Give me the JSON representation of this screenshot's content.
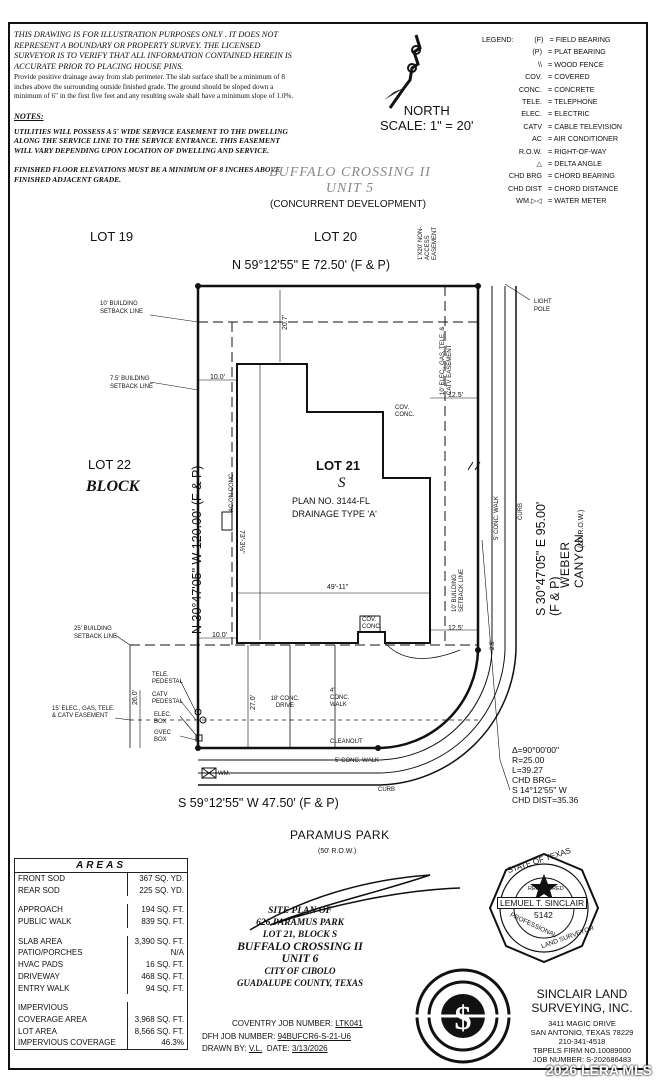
{
  "notes": {
    "disclaimer": "THIS DRAWING IS FOR ILLUSTRATION PURPOSES ONLY . IT DOES NOT REPRESENT A BOUNDARY OR PROPERTY SURVEY. THE LICENSED SURVEYOR IS TO VERIFY THAT ALL INFORMATION CONTAINED HEREIN IS ACCURATE PRIOR TO PLACING HOUSE PINS.",
    "drainage": "Provide positive drainage away from slab perimeter. The slab surface shall be a minimum of 8 inches above the surrounding outside finished grade. The ground should be sloped down a minimum of 6\" in the first five feet and any resulting swale shall have a minimum slope of 1.0%.",
    "heading": "NOTES:",
    "utilities": "UTILITIES WILL POSSESS A 5' WIDE SERVICE EASEMENT TO THE DWELLING ALONG THE SERVICE LINE TO THE SERVICE ENTRANCE. THIS EASEMENT WILL VARY DEPENDING UPON LOCATION OF DWELLING AND SERVICE.",
    "floor": "FINISHED FLOOR ELEVATIONS MUST BE A MINIMUM OF 8 INCHES ABOVE FINISHED ADJACENT GRADE."
  },
  "north": {
    "label": "NORTH",
    "scale": "SCALE: 1\" = 20'"
  },
  "legend": {
    "title": "LEGEND:",
    "items": [
      {
        "k": "(F)",
        "v": "= FIELD BEARING"
      },
      {
        "k": "(P)",
        "v": "= PLAT BEARING"
      },
      {
        "k": "\\\\",
        "v": "= WOOD FENCE"
      },
      {
        "k": "COV.",
        "v": "= COVERED"
      },
      {
        "k": "CONC.",
        "v": "= CONCRETE"
      },
      {
        "k": "TELE.",
        "v": "= TELEPHONE"
      },
      {
        "k": "ELEC.",
        "v": "= ELECTRIC"
      },
      {
        "k": "CATV",
        "v": "= CABLE TELEVISION"
      },
      {
        "k": "AC",
        "v": "= AIR CONDITIONER"
      },
      {
        "k": "R.O.W.",
        "v": "= RIGHT-OF-WAY"
      },
      {
        "k": "△",
        "v": "= DELTA ANGLE"
      },
      {
        "k": "CHD BRG",
        "v": "= CHORD BEARING"
      },
      {
        "k": "CHD DIST",
        "v": "= CHORD DISTANCE"
      },
      {
        "k": "WM.▷◁",
        "v": "= WATER METER"
      }
    ]
  },
  "plat": {
    "subdivision": "BUFFALO CROSSING II",
    "unit": "UNIT 5",
    "concurrent": "(CONCURRENT DEVELOPMENT)",
    "lot19": "LOT 19",
    "lot20": "LOT 20",
    "lot22": "LOT 22",
    "block": "BLOCK",
    "lot21": "LOT 21",
    "lot21_block": "S",
    "plan": "PLAN NO. 3144-FL",
    "drainage_type": "DRAINAGE TYPE 'A'",
    "north_line": "N 59°12'55\" E 72.50' (F & P)",
    "south_line": "S 59°12'55\" W 47.50' (F & P)",
    "west_line": "N 30°47'05\" W 120.00' (F & P)",
    "east_line": "S 30°47'05\" E 95.00' (F & P)",
    "nonaccess": "1'X20' NON-ACCESS EASEMENT",
    "light_pole": "LIGHT POLE",
    "setback_10_bl": "10' BUILDING SETBACK LINE",
    "d_207": "20.7'",
    "elec_easement_10": "10' ELEC., GAS, TELE. & CATV EASEMENT",
    "setback_75": "7.5' BUILDING SETBACK LINE",
    "d_100a": "10.0'",
    "d_125a": "12.5'",
    "cov_conc": "COV. CONC.",
    "ac_on_conc": "AC ON CONC",
    "d_732": "73'-3½\"",
    "d_4911": "49'-11\"",
    "setback_10_side": "10' BUILDING SETBACK LINE",
    "conc_walk_5": "5' CONC. WALK",
    "curb": "CURB",
    "street_east": "WEBER CANYON",
    "row_50": "(50' R.O.W.)",
    "setback_25": "25' BUILDING SETBACK LINE",
    "d_100b": "10.0'",
    "d_125b": "12.5'",
    "cov_conc2": "COV. CONC.",
    "d_25": "2.5'",
    "tele_pedestal": "TELE. PEDESTAL",
    "catv_pedestal": "CATV PEDESTAL",
    "elec_box": "ELEC. BOX",
    "gvec_box": "GVEC BOX",
    "easement_15": "15' ELEC., GAS, TELE. & CATV EASEMENT",
    "d_260": "26.0'",
    "d_270": "27.0'",
    "drive": "18' CONC. DRIVE",
    "walk_4": "4' CONC. WALK",
    "cleanout": "CLEANOUT",
    "conc_walk_5b": "5' CONC. WALK",
    "curb_b": "CURB",
    "wm": "WM.",
    "street_south": "PARAMUS PARK",
    "row_50b": "(50' R.O.W.)",
    "curve": [
      "Δ=90°00'00\"",
      "R=25.00",
      "L=39.27",
      "CHD BRG=",
      "S 14°12'55\" W",
      "CHD DIST=35.36"
    ]
  },
  "areas": {
    "title": "AREAS",
    "rows": [
      {
        "n": "FRONT SOD",
        "v": "367 SQ. YD."
      },
      {
        "n": "REAR SOD",
        "v": "225 SQ. YD."
      },
      {
        "gap": true
      },
      {
        "n": "APPROACH",
        "v": "194 SQ. FT."
      },
      {
        "n": "PUBLIC WALK",
        "v": "839 SQ. FT."
      },
      {
        "gap": true
      },
      {
        "n": "SLAB AREA",
        "v": "3,390 SQ. FT."
      },
      {
        "n": "PATIO/PORCHES",
        "v": "N/A"
      },
      {
        "n": "HVAC PADS",
        "v": "16 SQ. FT."
      },
      {
        "n": "DRIVEWAY",
        "v": "468 SQ. FT."
      },
      {
        "n": "ENTRY WALK",
        "v": "94 SQ. FT."
      },
      {
        "gap": true
      },
      {
        "n": "IMPERVIOUS",
        "v": ""
      },
      {
        "n": "COVERAGE AREA",
        "v": "3,968 SQ. FT."
      },
      {
        "n": "LOT AREA",
        "v": "8,566 SQ. FT."
      },
      {
        "n": "IMPERVIOUS COVERAGE",
        "v": "46.3%"
      }
    ]
  },
  "title": {
    "l1": "SITE PLAN OF",
    "l2": "626 PARAMUS PARK",
    "l3": "LOT 21, BLOCK S",
    "l4": "BUFFALO CROSSING II",
    "l5": "UNIT 6",
    "l6": "CITY OF CIBOLO",
    "l7": "GUADALUPE COUNTY, TEXAS"
  },
  "jobs": {
    "coventry_label": "COVENTRY JOB NUMBER:",
    "coventry": "LTK041",
    "dfh_label": "DFH JOB NUMBER:",
    "dfh": "94BUFCR6-S-21-U6",
    "drawn_label": "DRAWN BY:",
    "drawn": "V.L.",
    "date_label": "DATE:",
    "date": "3/13/2026"
  },
  "seal": {
    "state": "STATE OF TEXAS",
    "registered": "REGISTERED",
    "name": "LEMUEL T. SINCLAIR",
    "number": "5142",
    "professional": "PROFESSIONAL",
    "land_surveyor": "LAND SURVEYOR"
  },
  "company": {
    "name1": "SINCLAIR LAND",
    "name2": "SURVEYING, INC.",
    "addr1": "3411 MAGIC DRIVE",
    "addr2": "SAN ANTONIO, TEXAS 78229",
    "phone": "210-341-4518",
    "firm": "TBPELS FIRM NO.10089000",
    "job": "JOB NUMBER: S-202686483"
  },
  "watermark": "2026 LERA MLS"
}
